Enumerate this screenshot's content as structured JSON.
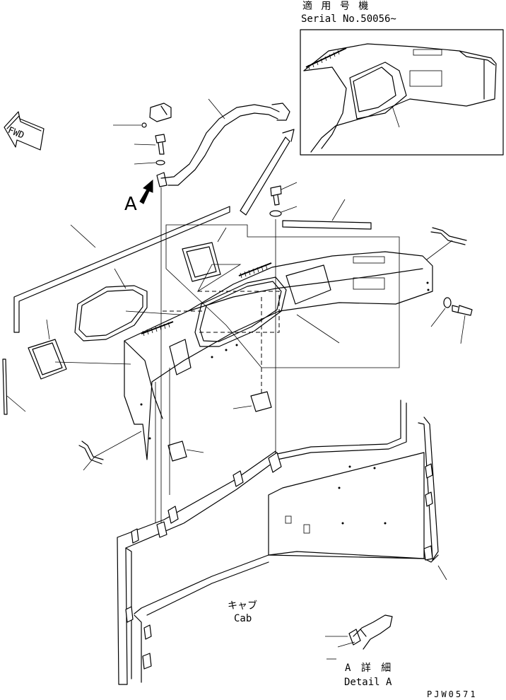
{
  "header": {
    "serial_jp": "適 用 号 機",
    "serial_en": "Serial No.50056~"
  },
  "labels": {
    "fwd": "FWD",
    "view_a": "A",
    "cab_jp": "キャブ",
    "cab_en": "Cab",
    "detail_jp": "A 詳 細",
    "detail_en": "Detail A",
    "drawing_no": "PJW0571"
  },
  "icons": {
    "fwd": "fwd-arrow-icon",
    "view": "view-arrow-icon"
  }
}
